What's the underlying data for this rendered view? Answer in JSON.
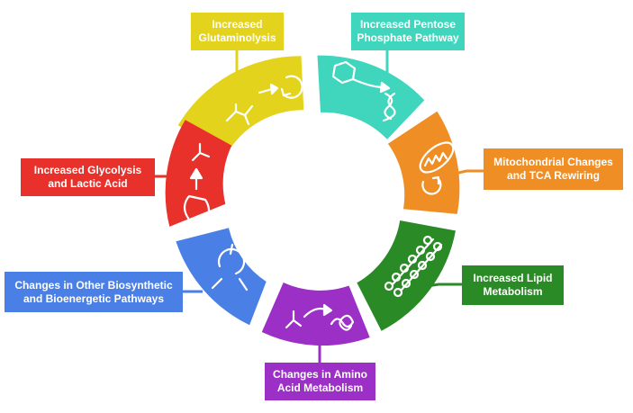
{
  "segments": [
    {
      "id": "glutaminolysis",
      "lines": [
        "Increased",
        "Glutaminolysis"
      ],
      "color": "#e4d31d",
      "icon": "glutamine-to-cycle-icon"
    },
    {
      "id": "pentose",
      "lines": [
        "Increased Pentose",
        "Phosphate Pathway"
      ],
      "color": "#3fd6bd",
      "icon": "sugar-to-dna-icon"
    },
    {
      "id": "mitochondrial",
      "lines": [
        "Mitochondrial Changes",
        "and TCA Rewiring"
      ],
      "color": "#ef8e25",
      "icon": "mitochondrion-icon"
    },
    {
      "id": "lipid",
      "lines": [
        "Increased Lipid",
        "Metabolism"
      ],
      "color": "#2a8a26",
      "icon": "lipid-bilayer-icon"
    },
    {
      "id": "amino",
      "lines": [
        "Changes in Amino",
        "Acid Metabolism"
      ],
      "color": "#9b2fc6",
      "icon": "amino-acid-to-protein-icon"
    },
    {
      "id": "biosynthetic",
      "lines": [
        "Changes in Other Biosynthetic",
        "and Bioenergetic Pathways"
      ],
      "color": "#4a7fe6",
      "icon": "branching-pathway-icon"
    },
    {
      "id": "glycolysis",
      "lines": [
        "Increased Glycolysis",
        "and Lactic Acid"
      ],
      "color": "#e8312a",
      "icon": "glucose-to-lactate-icon"
    }
  ]
}
